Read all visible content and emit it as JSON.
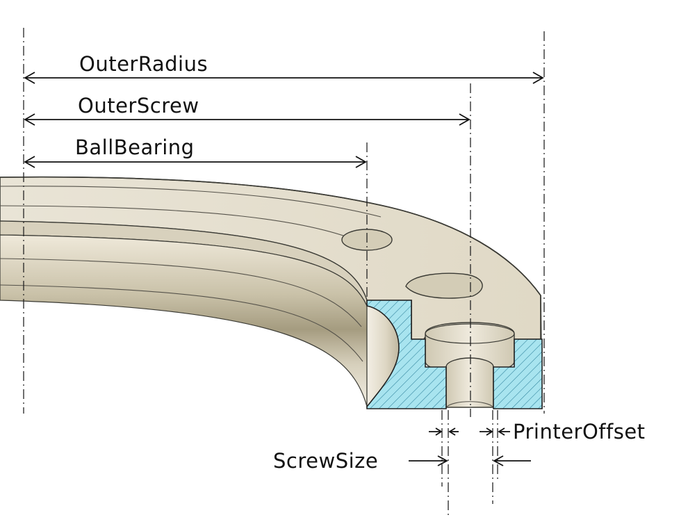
{
  "dimensions": {
    "outer_radius": "OuterRadius",
    "outer_screw": "OuterScrew",
    "ball_bearing": "BallBearing",
    "screw_size": "ScrewSize",
    "printer_offset": "PrinterOffset"
  },
  "colors": {
    "section_fill": "#a8e4ef",
    "hatch": "#2a7f9a",
    "part_body": "#e5dfcf",
    "line": "#111111"
  }
}
